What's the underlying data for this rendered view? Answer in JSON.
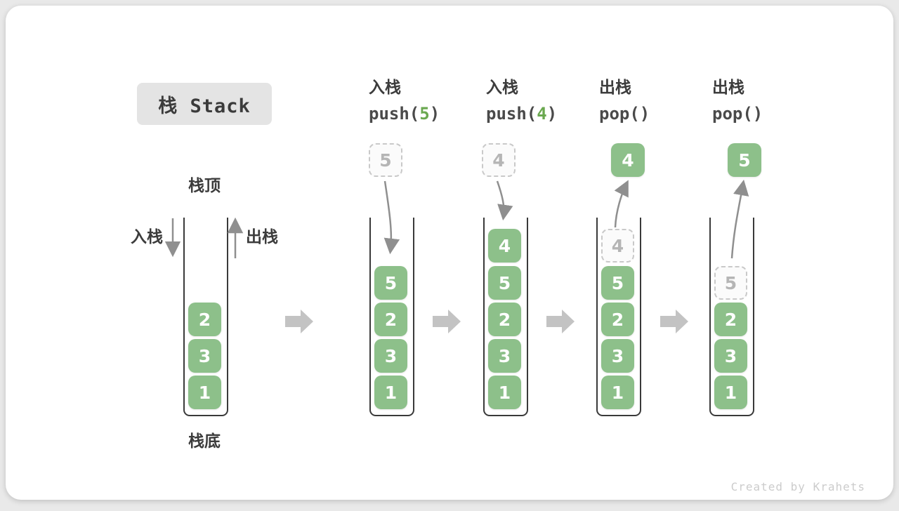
{
  "title": "栈 Stack",
  "side_labels": {
    "top": "栈顶",
    "bottom": "栈底",
    "push": "入栈",
    "pop": "出栈"
  },
  "operations": [
    {
      "name": "入栈",
      "code_prefix": "push(",
      "code_arg": "5",
      "code_suffix": ")"
    },
    {
      "name": "入栈",
      "code_prefix": "push(",
      "code_arg": "4",
      "code_suffix": ")"
    },
    {
      "name": "出栈",
      "code_prefix": "pop(",
      "code_arg": "",
      "code_suffix": ")"
    },
    {
      "name": "出栈",
      "code_prefix": "pop(",
      "code_arg": "",
      "code_suffix": ")"
    }
  ],
  "floating_cells": [
    {
      "value": "5",
      "type": "ghost"
    },
    {
      "value": "4",
      "type": "ghost"
    },
    {
      "value": "4",
      "type": "solid"
    },
    {
      "value": "5",
      "type": "solid"
    }
  ],
  "stacks": [
    {
      "cells": [
        {
          "value": "2",
          "type": "solid"
        },
        {
          "value": "3",
          "type": "solid"
        },
        {
          "value": "1",
          "type": "solid"
        }
      ]
    },
    {
      "cells": [
        {
          "value": "5",
          "type": "solid"
        },
        {
          "value": "2",
          "type": "solid"
        },
        {
          "value": "3",
          "type": "solid"
        },
        {
          "value": "1",
          "type": "solid"
        }
      ]
    },
    {
      "cells": [
        {
          "value": "4",
          "type": "solid"
        },
        {
          "value": "5",
          "type": "solid"
        },
        {
          "value": "2",
          "type": "solid"
        },
        {
          "value": "3",
          "type": "solid"
        },
        {
          "value": "1",
          "type": "solid"
        }
      ]
    },
    {
      "cells": [
        {
          "value": "4",
          "type": "ghost"
        },
        {
          "value": "5",
          "type": "solid"
        },
        {
          "value": "2",
          "type": "solid"
        },
        {
          "value": "3",
          "type": "solid"
        },
        {
          "value": "1",
          "type": "solid"
        }
      ]
    },
    {
      "cells": [
        {
          "value": "5",
          "type": "ghost"
        },
        {
          "value": "2",
          "type": "solid"
        },
        {
          "value": "3",
          "type": "solid"
        },
        {
          "value": "1",
          "type": "solid"
        }
      ]
    }
  ],
  "watermark": "Created by Krahets",
  "colors": {
    "cell_green": "#8dc08a",
    "code_arg_green": "#6aa84f",
    "page_bg": "#e9e9e9",
    "card_bg": "#ffffff",
    "text": "#3c3c3c",
    "ghost_border": "#c9c9c9",
    "ghost_text": "#b5b5b5",
    "flow_arrow": "#c3c3c3",
    "curve_arrow": "#8f8f8f"
  }
}
